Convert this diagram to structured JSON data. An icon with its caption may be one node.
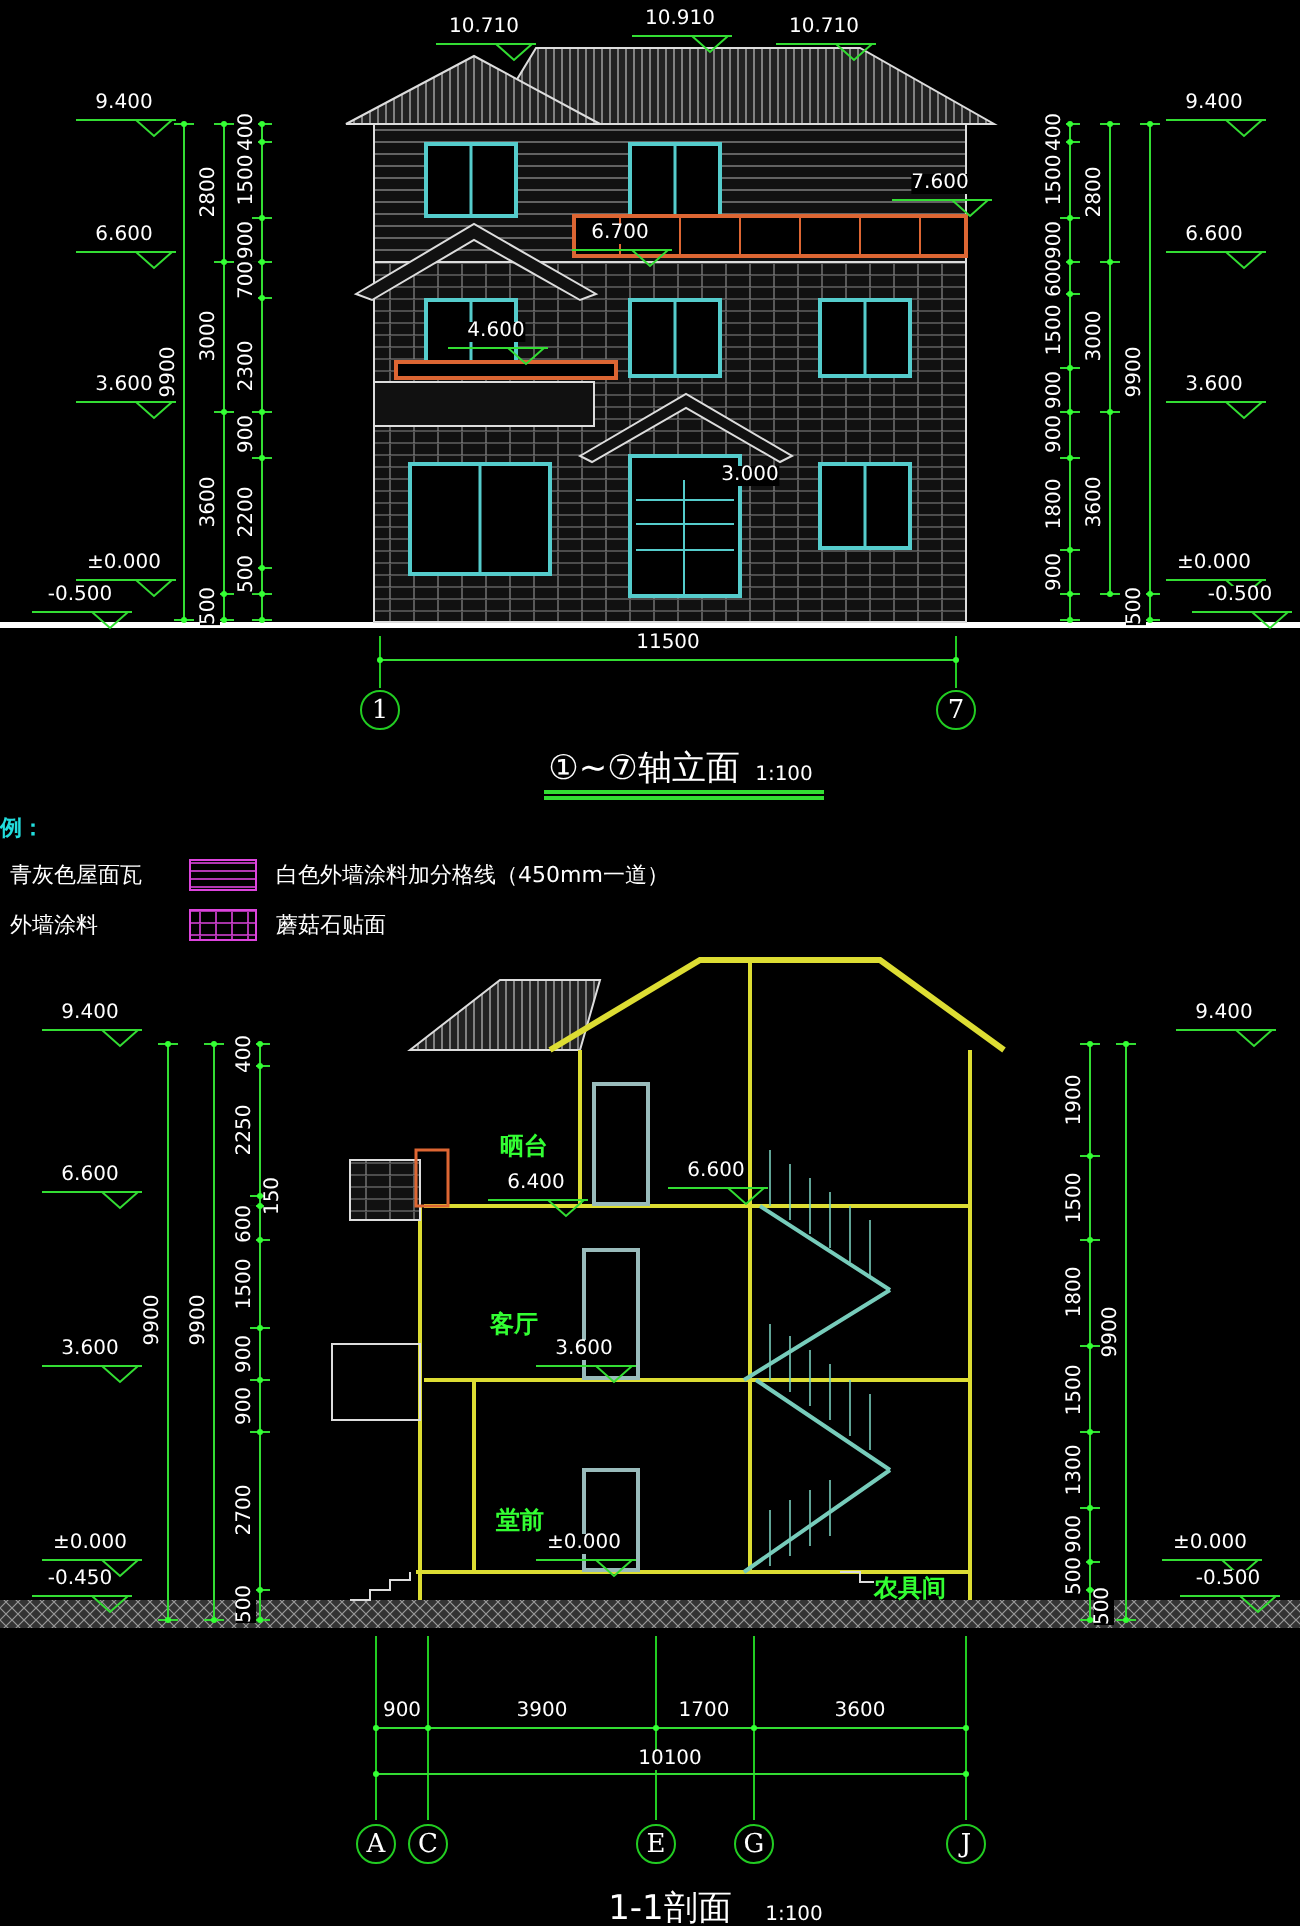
{
  "diagram": {
    "nodes": [
      {
        "text": [
          "1"
        ]
      },
      {
        "text": [
          "7"
        ]
      },
      {
        "text": [
          "A"
        ]
      },
      {
        "text": [
          "C"
        ]
      },
      {
        "text": [
          "E"
        ]
      },
      {
        "text": [
          "G"
        ]
      },
      {
        "text": [
          "J"
        ]
      }
    ],
    "labels": [
      "10.710",
      "10.910",
      "10.710",
      "9.400",
      "9.400",
      "400",
      "400",
      "2800",
      "1500",
      "7.600",
      "1500",
      "2800",
      "6.600",
      "900",
      "6.700",
      "900",
      "6.600",
      "700",
      "600",
      "3000",
      "4.600",
      "1500",
      "3000",
      "9900",
      "2300",
      "9900",
      "3.600",
      "900",
      "3.600",
      "900",
      "900",
      "3.000",
      "3600",
      "2200",
      "1800",
      "3600",
      "±0.000",
      "500",
      "900",
      "±0.000",
      "-0.500",
      "500",
      "500",
      "-0.500",
      "11500",
      "①~⑦轴立面",
      "1:100",
      "例：",
      "9.400",
      "9.400",
      "400",
      "1900",
      "2250",
      "晒台",
      "6.600",
      "6.400",
      "6.600",
      "150",
      "1500",
      "600",
      "1500",
      "1800",
      "9900",
      "9900",
      "客厅",
      "9900",
      "3.600",
      "900",
      "3.600",
      "900",
      "1500",
      "1300",
      "2700",
      "堂前",
      "±0.000",
      "±0.000",
      "900",
      "±0.000",
      "-0.450",
      "农具间",
      "500",
      "-0.500",
      "500",
      "500",
      "900",
      "3900",
      "1700",
      "3600",
      "10100",
      "1-1剖面",
      "1:100"
    ],
    "legend": [
      {
        "text": "青灰色屋面瓦"
      },
      {
        "text": "白色外墙涂料加分格线（450mm一道）"
      },
      {
        "text": "外墙涂料"
      },
      {
        "text": "蘑菇石贴面"
      }
    ]
  }
}
